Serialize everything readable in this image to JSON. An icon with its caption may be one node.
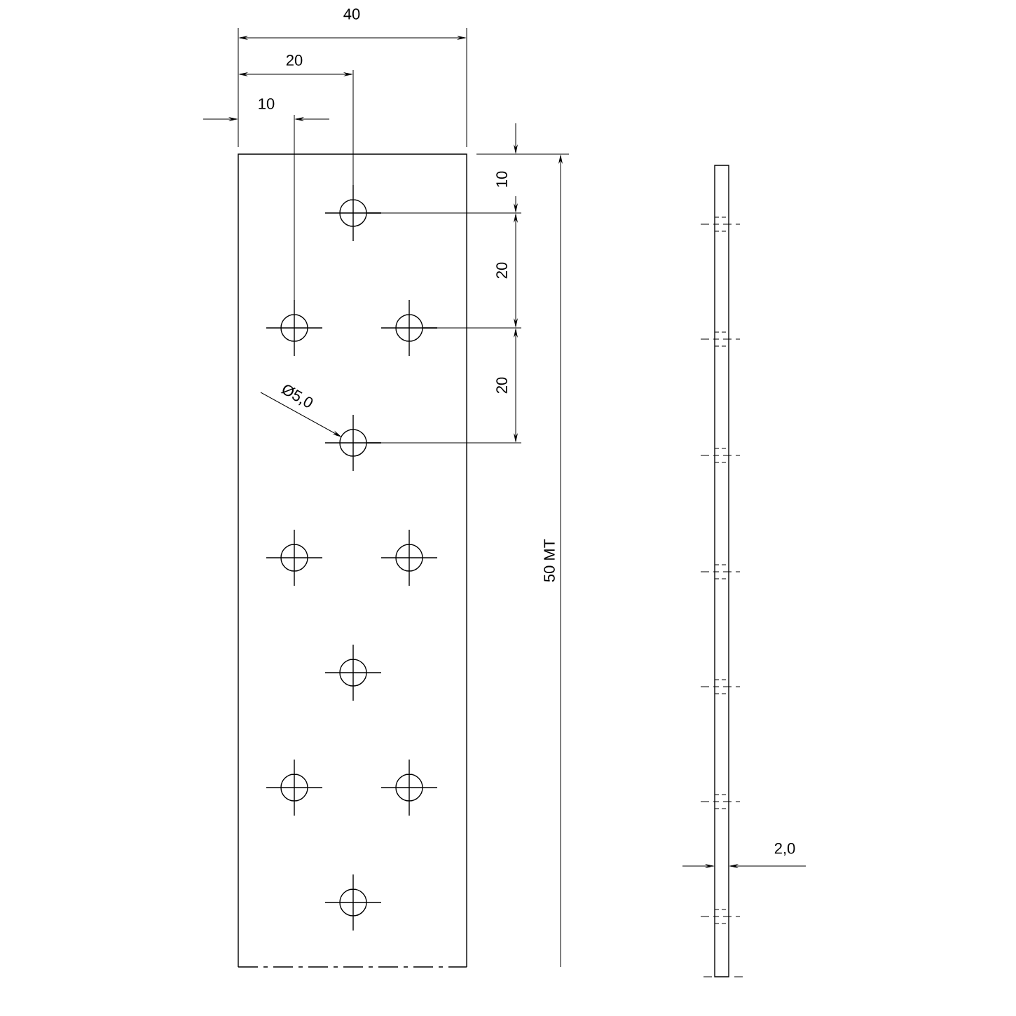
{
  "diagram": {
    "labels": [
      "40",
      "20",
      "10",
      "10",
      "20",
      "20",
      "Ø5,0",
      "50 MT",
      "2,0"
    ]
  }
}
